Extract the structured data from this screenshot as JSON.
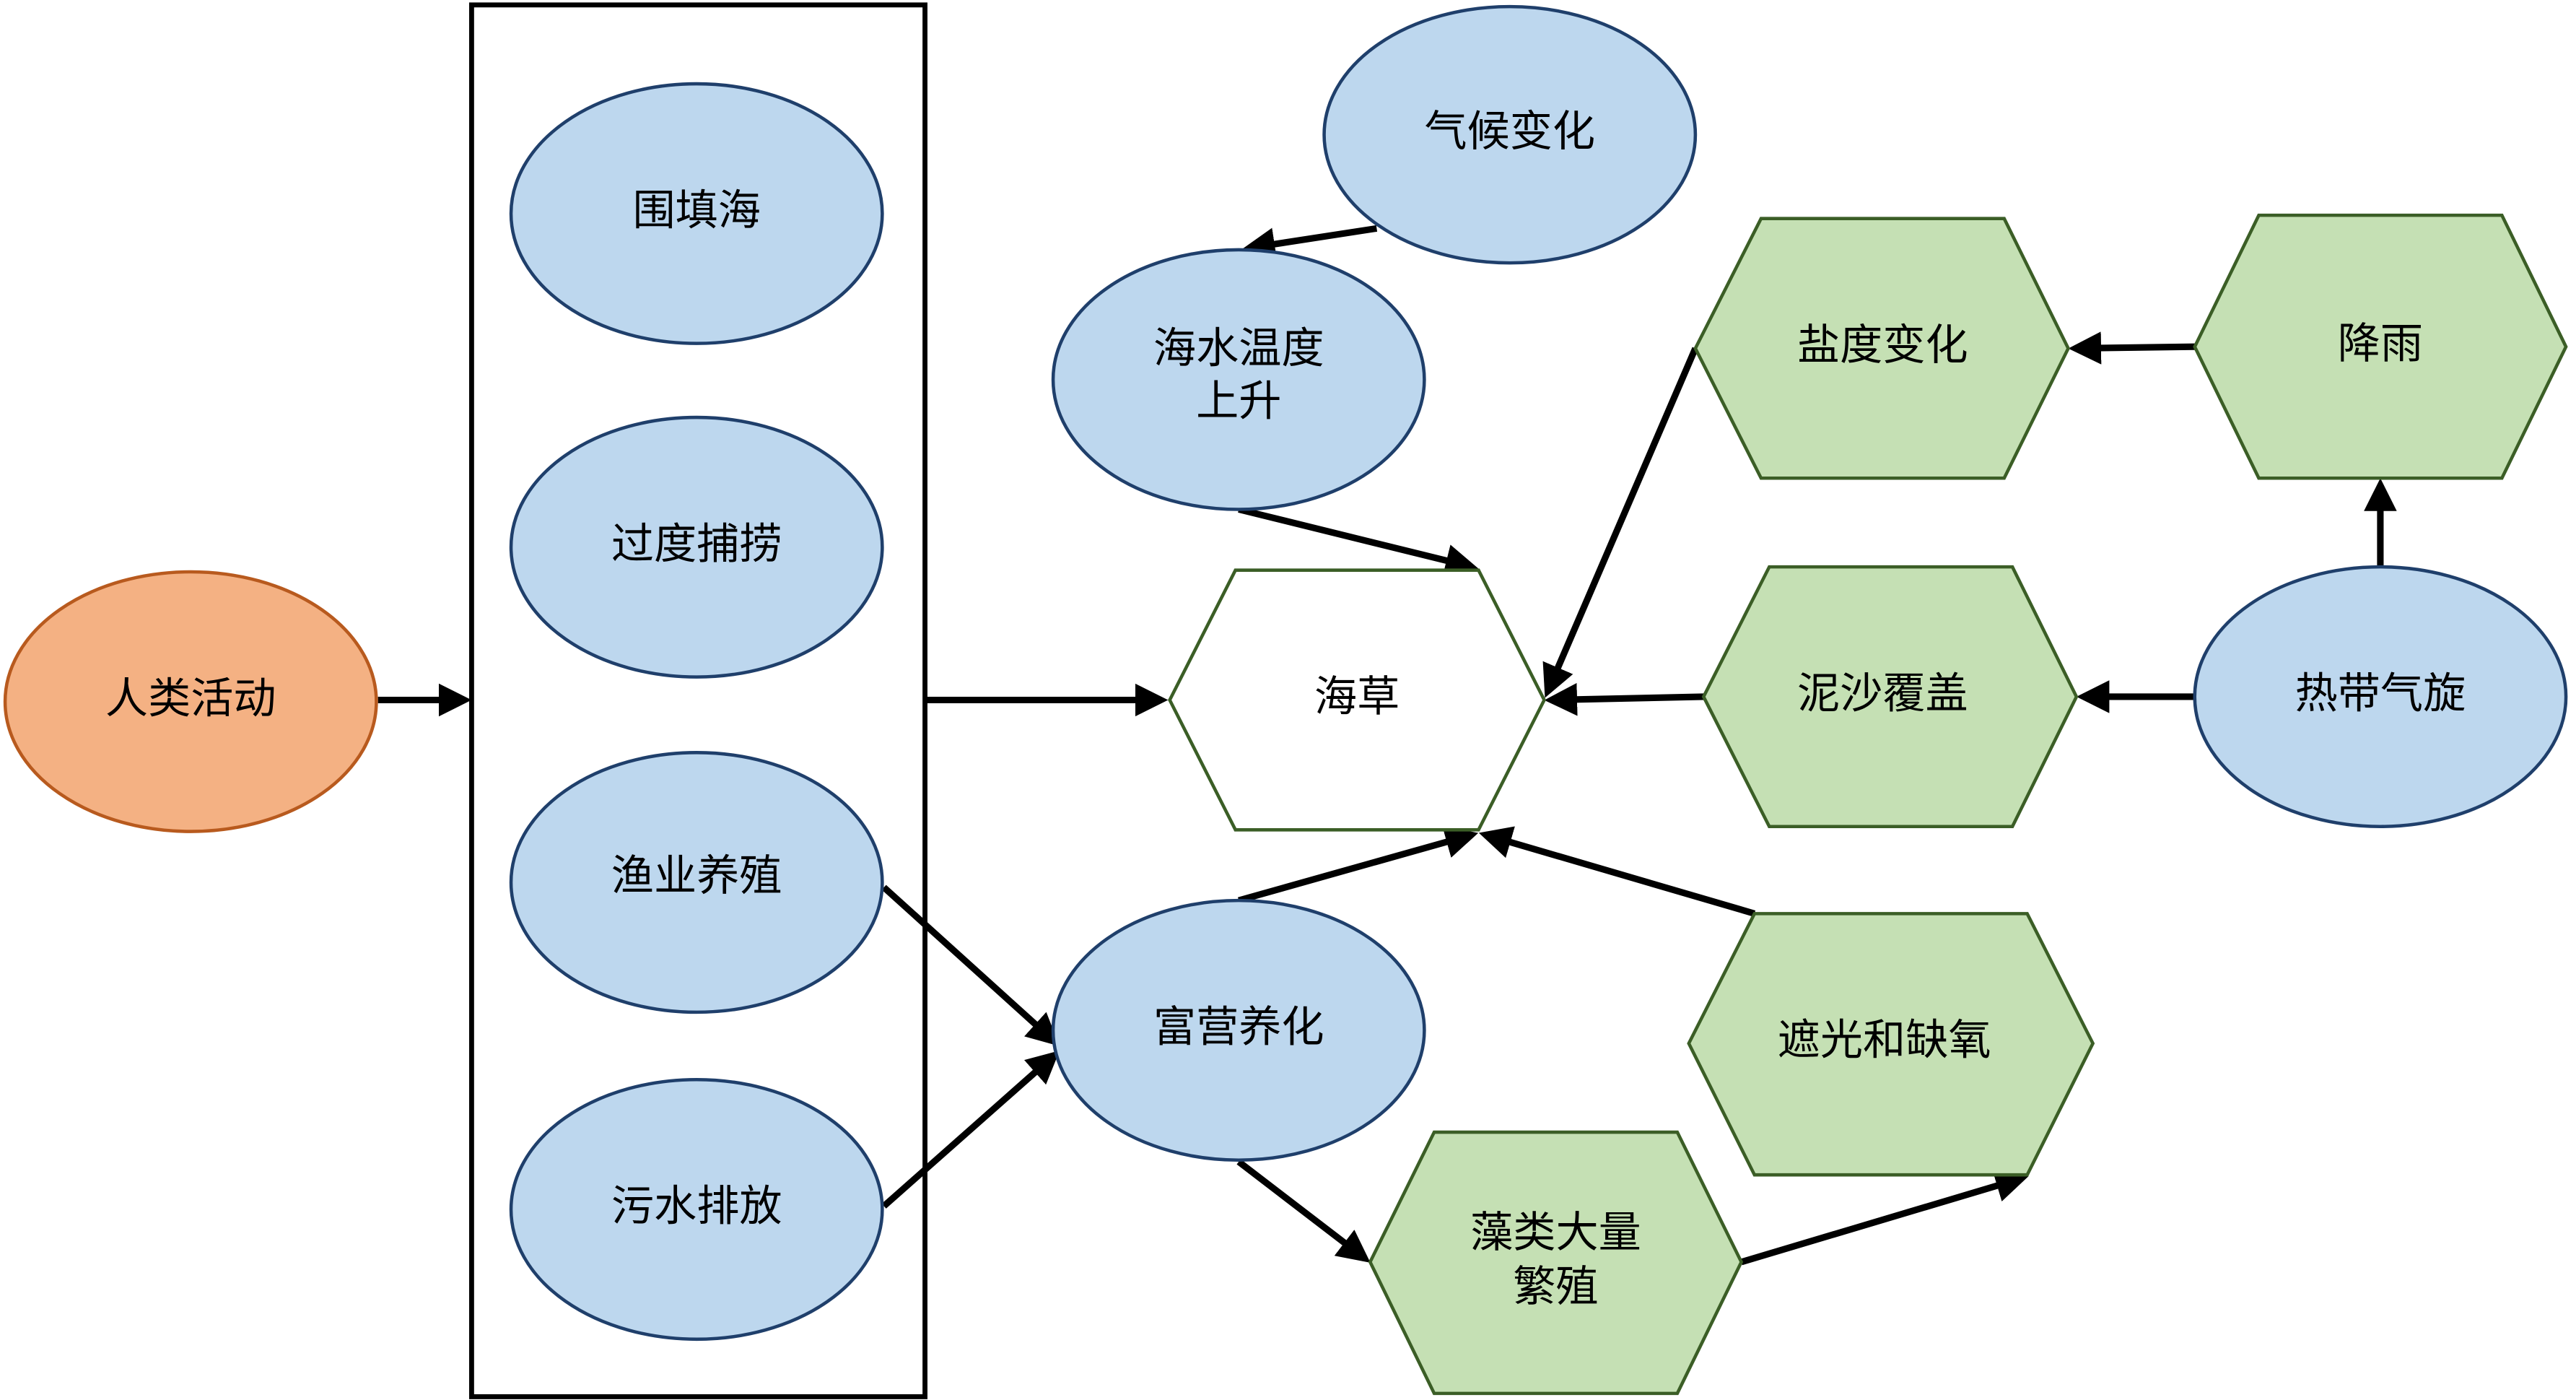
{
  "nodes": {
    "human": "人类活动",
    "reclaim": "围填海",
    "overfish": "过度捕捞",
    "aquaculture": "渔业养殖",
    "sewage": "污水排放",
    "climate": "气候变化",
    "temp": [
      "海水温度",
      "上升"
    ],
    "seagrass": "海草",
    "salinity": "盐度变化",
    "rain": "降雨",
    "sediment": "泥沙覆盖",
    "cyclone": "热带气旋",
    "eutroph": "富营养化",
    "shading": "遮光和缺氧",
    "algae": [
      "藻类大量",
      "繁殖"
    ]
  },
  "colors": {
    "human_activity": "#F4B183",
    "factor": "#BDD7EE",
    "effect": "#C5E0B4"
  }
}
